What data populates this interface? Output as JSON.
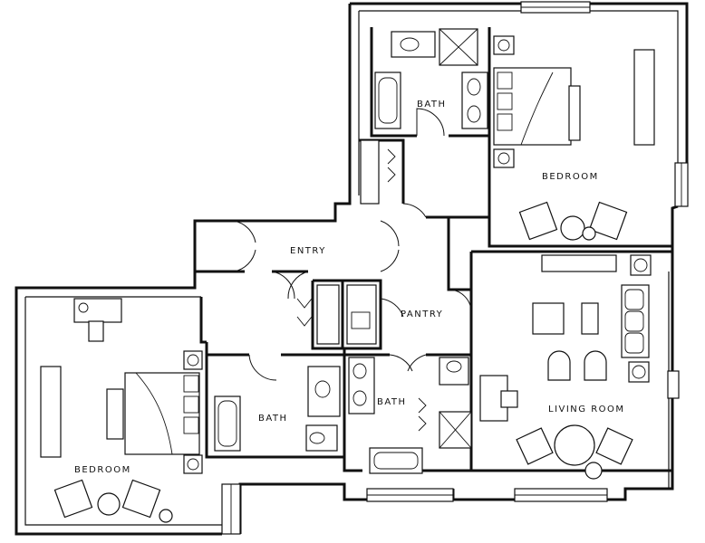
{
  "rooms": {
    "bath_top": "BATH",
    "bedroom_top": "BEDROOM",
    "entry": "ENTRY",
    "pantry": "PANTRY",
    "bath_middle": "BATH",
    "bath_right": "BATH",
    "living_room": "LIVING ROOM",
    "bedroom_left": "BEDROOM"
  }
}
